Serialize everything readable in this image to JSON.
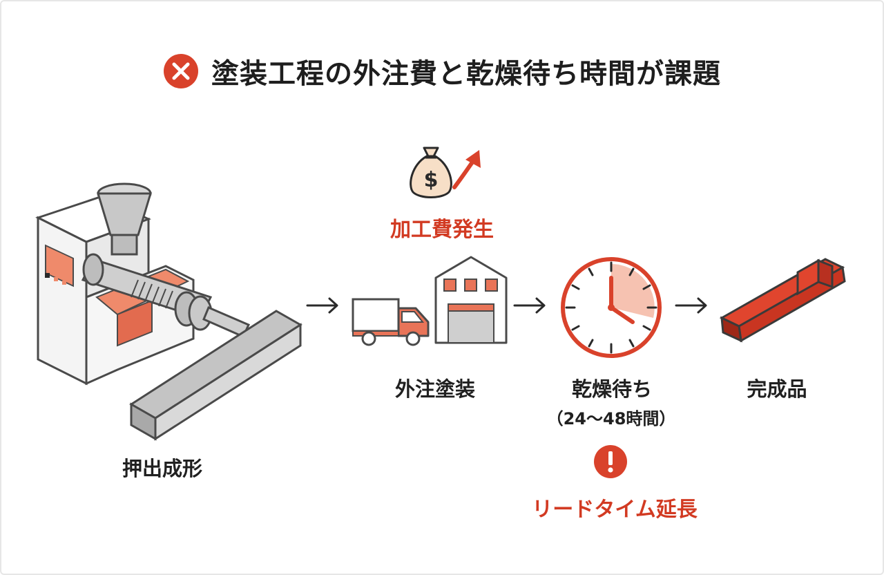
{
  "title": "塗装工程の外注費と乾燥待ち時間が課題",
  "labels": {
    "extrusion": "押出成形",
    "outsourced_painting": "外注塗装",
    "processing_cost": "加工費発生",
    "drying_wait": "乾燥待ち",
    "drying_hours": "（24〜48時間）",
    "lead_time": "リードタイム延長",
    "finished": "完成品"
  },
  "icons": {
    "title_icon": "error-x-icon",
    "cost_icon": "money-bag-icon",
    "cost_trend_icon": "up-arrow-icon",
    "warning_icon": "exclamation-icon"
  },
  "colors": {
    "accent": "#d9422b",
    "accent_light": "#ef8a6b",
    "gray": "#bdbdbd",
    "dark": "#2a2a2a"
  }
}
